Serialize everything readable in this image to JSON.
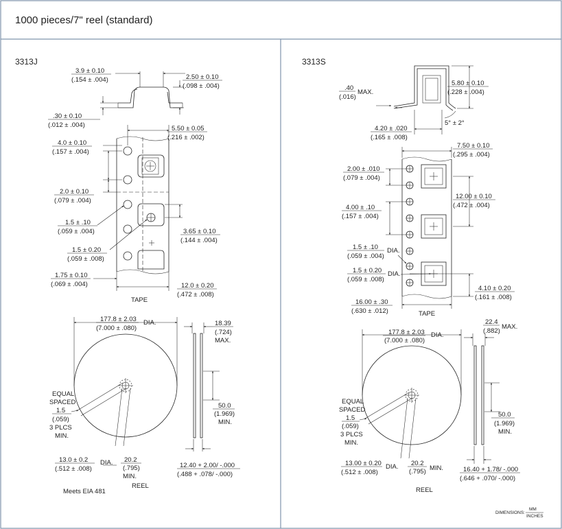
{
  "title": "1000 pieces/7\" reel (standard)",
  "left": {
    "label": "3313J",
    "dims": {
      "a_mm": "3.9 ± 0.10",
      "a_in": "(.154 ± .004)",
      "b_mm": "2.50 ± 0.10",
      "b_in": "(.098 ± .004)",
      "c_mm": ".30 ± 0.10",
      "c_in": "(.012 ± .004)",
      "d_mm": "5.50 ± 0.05",
      "d_in": "(.216 ± .002)",
      "e_mm": "4.0 ± 0.10",
      "e_in": "(.157 ± .004)",
      "f_mm": "2.0 ± 0.10",
      "f_in": "(.079 ± .004)",
      "g_mm": "1.5 ± .10",
      "g_in": "(.059 ± .004)",
      "h_mm": "3.65 ± 0.10",
      "h_in": "(.144 ± .004)",
      "i_mm": "1.5 ± 0.20",
      "i_in": "(.059 ± .008)",
      "j_mm": "1.75 ± 0.10",
      "j_in": "(.069 ± .004)",
      "k_mm": "12.0 ± 0.20",
      "k_in": "(.472 ± .008)",
      "tape": "TAPE",
      "r1_mm": "177.8 ± 2.03",
      "r1_in": "(7.000 ± .080)",
      "r1_dia": "DIA.",
      "r2_mm": "18.39",
      "r2_in": "(.724)",
      "r2_max": "MAX.",
      "eq1": "EQUAL",
      "eq2": "SPACED",
      "eq3": "1.5",
      "eq4": "(.059)",
      "eq5": "3 PLCS",
      "eq6": "MIN.",
      "r3_mm": "50.0",
      "r3_in": "(1.969)",
      "r3_min": "MIN.",
      "r4_mm": "13.0 ± 0.2",
      "r4_in": "(.512 ± .008)",
      "r4_dia": "DIA.",
      "r5_mm": "20.2",
      "r5_in": "(.795)",
      "r5_min": "MIN.",
      "r6_mm": "12.40 + 2.00/ -.000",
      "r6_in": "(.488 + .078/ -.000)",
      "note": "Meets EIA 481",
      "reel": "REEL"
    }
  },
  "right": {
    "label": "3313S",
    "dims": {
      "a_mm": ".40",
      "a_in": "(.016)",
      "a_max": "MAX.",
      "b_mm": "5.80 ± 0.10",
      "b_in": "(.228 ± .004)",
      "angle": "5° ± 2°",
      "c_mm": "4.20 ± .020",
      "c_in": "(.165 ± .008)",
      "d_mm": "7.50 ± 0.10",
      "d_in": "(.295 ± .004)",
      "e_mm": "2.00 ± .010",
      "e_in": "(.079 ± .004)",
      "f_mm": "12.00 ± 0.10",
      "f_in": "(.472 ± .004)",
      "g_mm": "4.00 ± .10",
      "g_in": "(.157 ± .004)",
      "h_mm": "1.5 ± .10",
      "h_in": "(.059 ± .004)",
      "h_dia": "DIA.",
      "i_mm": "1.5 ± 0.20",
      "i_in": "(.059 ± .008)",
      "i_dia": "DIA.",
      "j_mm": "4.10 ± 0.20",
      "j_in": "(.161 ± .008)",
      "k_mm": "16.00 ± .30",
      "k_in": "(.630 ± .012)",
      "tape": "TAPE",
      "r1_mm": "177.8 ± 2.03",
      "r1_in": "(7.000 ± .080)",
      "r1_dia": "DIA.",
      "r2_mm": "22.4",
      "r2_in": "(.882)",
      "r2_max": "MAX.",
      "eq1": "EQUAL",
      "eq2": "SPACED",
      "eq3": "1.5",
      "eq4": "(.059)",
      "eq5": "3 PLCS",
      "eq6": "MIN.",
      "r3_mm": "50.0",
      "r3_in": "(1.969)",
      "r3_min": "MIN.",
      "r4_mm": "13.00 ± 0.20",
      "r4_in": "(.512 ± .008)",
      "r4_dia": "DIA.",
      "r5_mm": "20.2",
      "r5_in": "(.795)",
      "r5_min": "MIN.",
      "r6_mm": "16.40 + 1.78/ -.000",
      "r6_in": "(.646 + .070/ -.000)",
      "reel": "REEL"
    }
  },
  "legend": {
    "label": "DIMENSIONS:",
    "num": "MM",
    "den": "INCHES"
  }
}
